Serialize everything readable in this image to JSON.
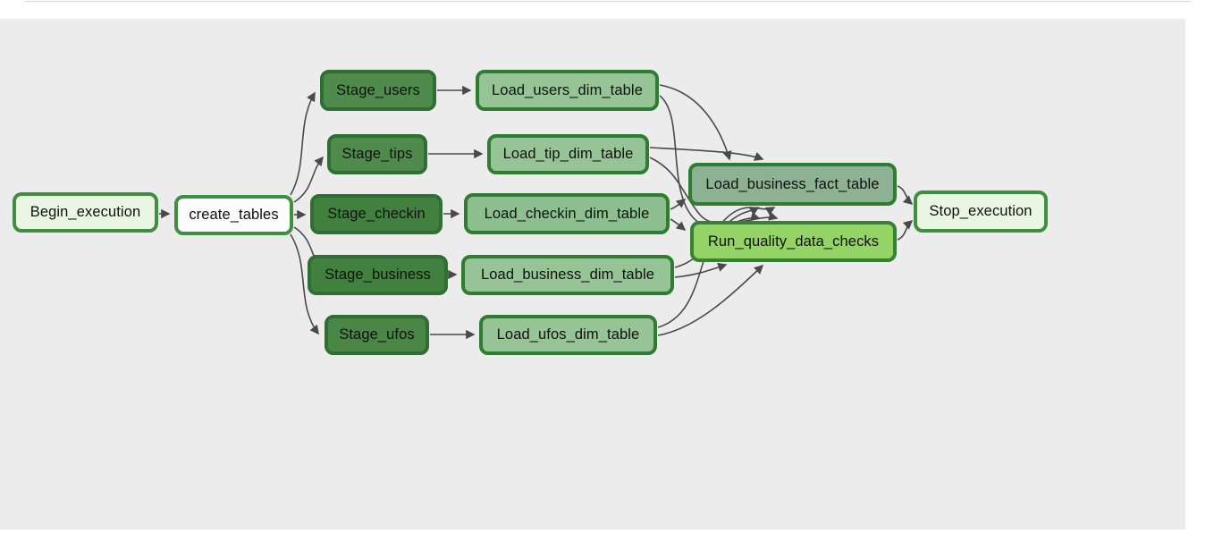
{
  "canvas": {
    "background": "#ececec",
    "page_background": "#ffffff",
    "edge_color": "#4a4a4a"
  },
  "nodes": [
    {
      "id": "begin_execution",
      "label": "Begin_execution",
      "fill": "#eaf6e4",
      "border": "#3f8e42"
    },
    {
      "id": "create_tables",
      "label": "create_tables",
      "fill": "#fcfcfc",
      "border": "#3f8e42"
    },
    {
      "id": "stage_users",
      "label": "Stage_users",
      "fill": "#4f8b4d",
      "border": "#2f6f33"
    },
    {
      "id": "stage_tips",
      "label": "Stage_tips",
      "fill": "#4f8b4d",
      "border": "#2f6f33"
    },
    {
      "id": "stage_checkin",
      "label": "Stage_checkin",
      "fill": "#42803f",
      "border": "#2f6f33"
    },
    {
      "id": "stage_business",
      "label": "Stage_business",
      "fill": "#42803f",
      "border": "#2f6f33"
    },
    {
      "id": "stage_ufos",
      "label": "Stage_ufos",
      "fill": "#4a8747",
      "border": "#2f6f33"
    },
    {
      "id": "load_users_dim_table",
      "label": "Load_users_dim_table",
      "fill": "#97c497",
      "border": "#2e7d32"
    },
    {
      "id": "load_tip_dim_table",
      "label": "Load_tip_dim_table",
      "fill": "#97c497",
      "border": "#2e7d32"
    },
    {
      "id": "load_checkin_dim_table",
      "label": "Load_checkin_dim_table",
      "fill": "#8dbf90",
      "border": "#2e7d32"
    },
    {
      "id": "load_business_dim_table",
      "label": "Load_business_dim_table",
      "fill": "#97c497",
      "border": "#2e7d32"
    },
    {
      "id": "load_ufos_dim_table",
      "label": "Load_ufos_dim_table",
      "fill": "#97c497",
      "border": "#2e7d32"
    },
    {
      "id": "load_business_fact_table",
      "label": "Load_business_fact_table",
      "fill": "#8cb293",
      "border": "#2e7d32"
    },
    {
      "id": "run_quality_data_checks",
      "label": "Run_quality_data_checks",
      "fill": "#94d466",
      "border": "#38803a"
    },
    {
      "id": "stop_execution",
      "label": "Stop_execution",
      "fill": "#eaf6e4",
      "border": "#3f8e42"
    }
  ],
  "edges": [
    {
      "from": "begin_execution",
      "to": "create_tables"
    },
    {
      "from": "create_tables",
      "to": "stage_users"
    },
    {
      "from": "create_tables",
      "to": "stage_tips"
    },
    {
      "from": "create_tables",
      "to": "stage_checkin"
    },
    {
      "from": "create_tables",
      "to": "stage_business"
    },
    {
      "from": "create_tables",
      "to": "stage_ufos"
    },
    {
      "from": "stage_users",
      "to": "load_users_dim_table"
    },
    {
      "from": "stage_tips",
      "to": "load_tip_dim_table"
    },
    {
      "from": "stage_checkin",
      "to": "load_checkin_dim_table"
    },
    {
      "from": "stage_business",
      "to": "load_business_dim_table"
    },
    {
      "from": "stage_ufos",
      "to": "load_ufos_dim_table"
    },
    {
      "from": "load_users_dim_table",
      "to": "load_business_fact_table"
    },
    {
      "from": "load_tip_dim_table",
      "to": "load_business_fact_table"
    },
    {
      "from": "load_checkin_dim_table",
      "to": "load_business_fact_table"
    },
    {
      "from": "load_business_dim_table",
      "to": "load_business_fact_table"
    },
    {
      "from": "load_ufos_dim_table",
      "to": "load_business_fact_table"
    },
    {
      "from": "load_users_dim_table",
      "to": "run_quality_data_checks"
    },
    {
      "from": "load_tip_dim_table",
      "to": "run_quality_data_checks"
    },
    {
      "from": "load_checkin_dim_table",
      "to": "run_quality_data_checks"
    },
    {
      "from": "load_business_dim_table",
      "to": "run_quality_data_checks"
    },
    {
      "from": "load_ufos_dim_table",
      "to": "run_quality_data_checks"
    },
    {
      "from": "load_business_fact_table",
      "to": "stop_execution"
    },
    {
      "from": "run_quality_data_checks",
      "to": "stop_execution"
    }
  ]
}
